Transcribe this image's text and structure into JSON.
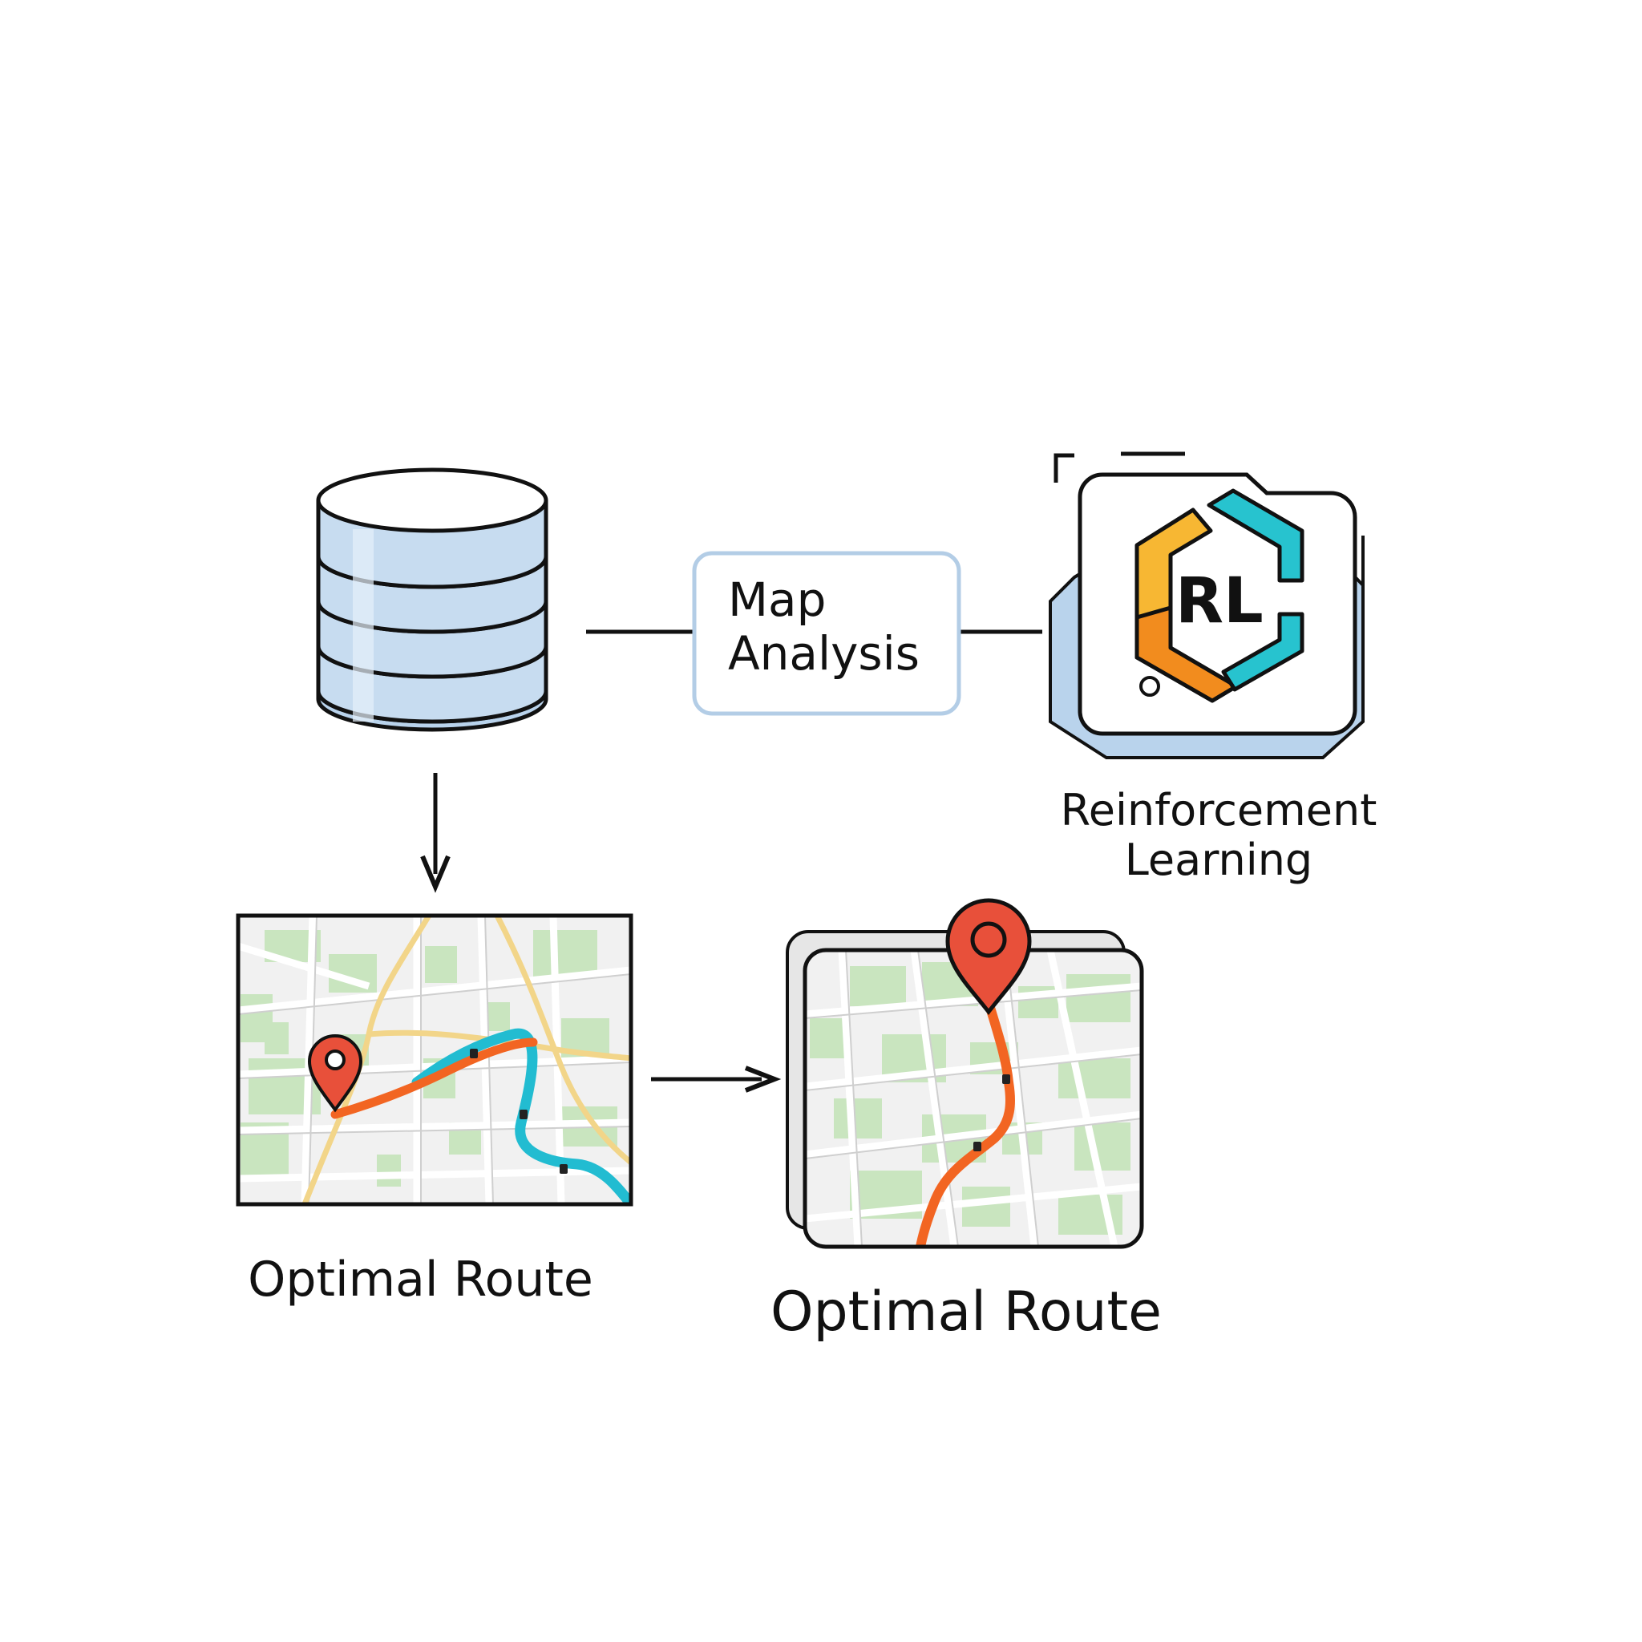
{
  "nodes": {
    "map_analysis": {
      "line1": "Map",
      "line2": "Analysis"
    },
    "rl_logo": {
      "text": "RL"
    },
    "rl_label": {
      "line1": "Reinforcement",
      "line2": "Learning"
    },
    "route_left": {
      "label": "Optimal Route"
    },
    "route_right": {
      "label": "Optimal Route"
    }
  },
  "colors": {
    "outline": "#111111",
    "db_fill": "#b9d3ec",
    "box_border": "#b3cde6",
    "rl_orange": "#f28c1e",
    "rl_yellow": "#f7b733",
    "rl_teal": "#27c3cf",
    "route_orange": "#f26522",
    "route_teal": "#22bcd1",
    "pin_red": "#e8503a",
    "park_green": "#c9e5bf",
    "road_yellow": "#f2d589",
    "map_bg": "#f1f1f1"
  },
  "icons": [
    "database-icon",
    "map-pin-icon",
    "hexagon-logo-icon"
  ]
}
